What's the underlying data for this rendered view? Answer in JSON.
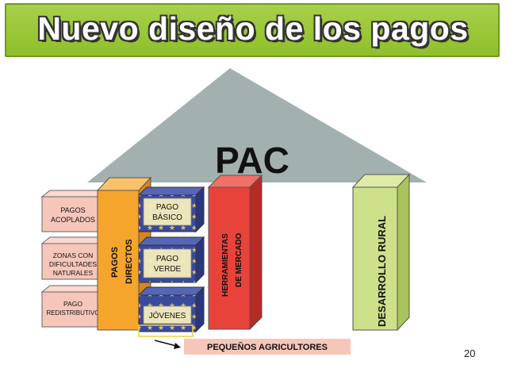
{
  "title": "Nuevo diseño de los pagos",
  "pac_label": "PAC",
  "left_boxes": {
    "acoplados_1": "PAGOS",
    "acoplados_2": "ACOPLADOS",
    "zonas_1": "ZONAS CON",
    "zonas_2": "DIFICULTADES",
    "zonas_3": "NATURALES",
    "redis_1": "PAGO",
    "redis_2": "REDISTRIBUTIVO"
  },
  "pagos_directos": {
    "line1": "PAGOS",
    "line2": "DIRECTOS"
  },
  "blue_boxes": {
    "basico_1": "PAGO",
    "basico_2": "BÁSICO",
    "verde_1": "PAGO",
    "verde_2": "VERDE",
    "jovenes": "JÓVENES"
  },
  "herramientas": {
    "line1": "HERRAMIENTAS",
    "line2": "DE MERCADO"
  },
  "desarrollo": "DESARROLLO RURAL",
  "pequenos": "PEQUEÑOS AGRICULTORES",
  "page_number": "20",
  "colors": {
    "banner": "#9cc83a",
    "roof": "#a2b1b0",
    "orange": "#f6a52c",
    "blue": "#3a4a9e",
    "red": "#e8433b",
    "green": "#cde08a",
    "pink": "#f7c6ba"
  }
}
